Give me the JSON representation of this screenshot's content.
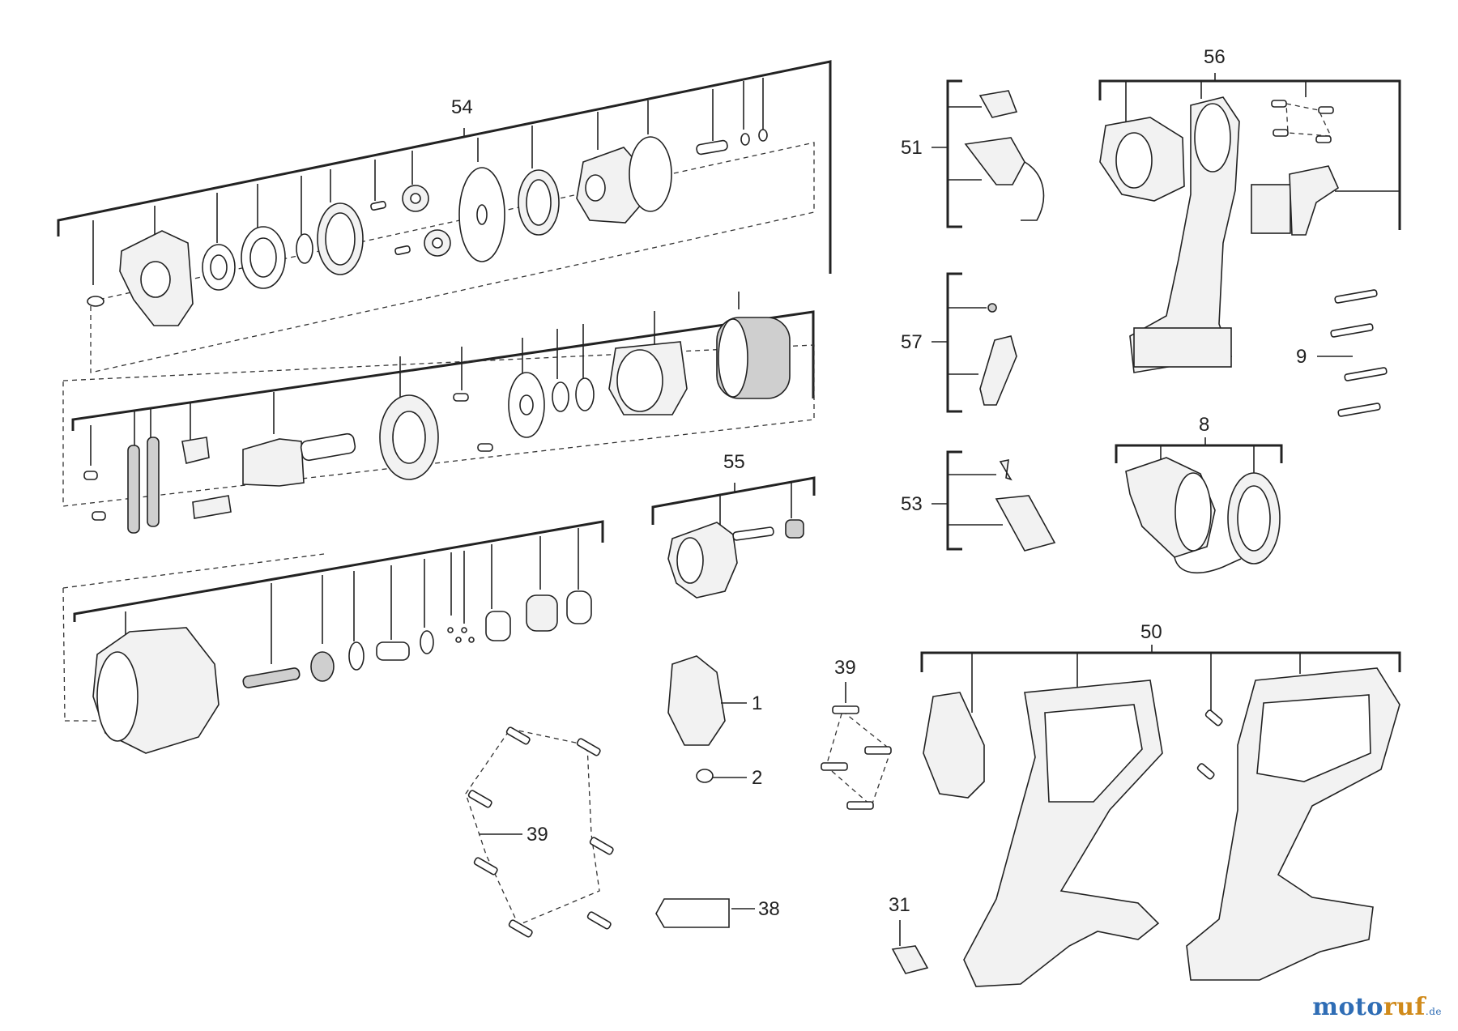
{
  "diagram": {
    "labels": {
      "l54": "54",
      "l55": "55",
      "l56": "56",
      "l51": "51",
      "l57": "57",
      "l53": "53",
      "l9": "9",
      "l8": "8",
      "l50": "50",
      "l39a": "39",
      "l39b": "39",
      "l1": "1",
      "l2": "2",
      "l38": "38",
      "l31": "31"
    }
  },
  "watermark": {
    "part1": "moto",
    "part2": "ruf",
    "suffix": ".de"
  },
  "colors": {
    "ink": "#222222",
    "logo_blue": "#2f6db5",
    "logo_orange": "#d08a1a"
  }
}
